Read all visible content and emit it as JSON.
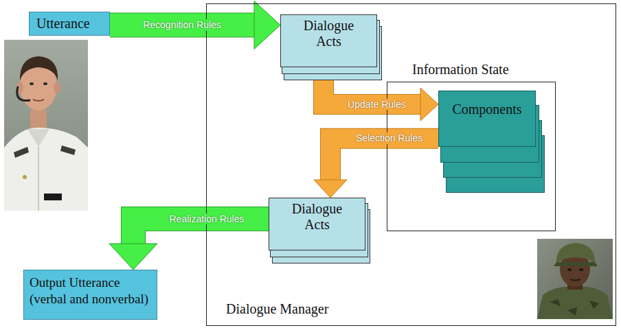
{
  "diagram": {
    "nodes": [
      {
        "text": [
          "Utterance"
        ]
      },
      {
        "text": [
          "Dialogue Manager"
        ]
      },
      {
        "text": [
          "Dialogue Acts"
        ],
        "in": 1
      },
      {
        "text": [
          "Information State"
        ],
        "in": 1
      },
      {
        "text": [
          "Components"
        ],
        "in": 3
      },
      {
        "text": [
          "Dialogue Acts"
        ],
        "in": 1
      },
      {
        "text": [
          "Output Utterance (verbal and nonverbal)"
        ]
      }
    ],
    "edges": [
      {
        "from": 0,
        "to": 2,
        "label": "Recognition Rules",
        "arrow": "to"
      },
      {
        "from": 2,
        "to": 4,
        "label": "Update Rules",
        "arrow": "to"
      },
      {
        "from": 4,
        "to": 5,
        "label": "Selection Rules",
        "arrow": "to"
      },
      {
        "from": 5,
        "to": 6,
        "label": "Realization Rules",
        "arrow": "to"
      }
    ]
  }
}
